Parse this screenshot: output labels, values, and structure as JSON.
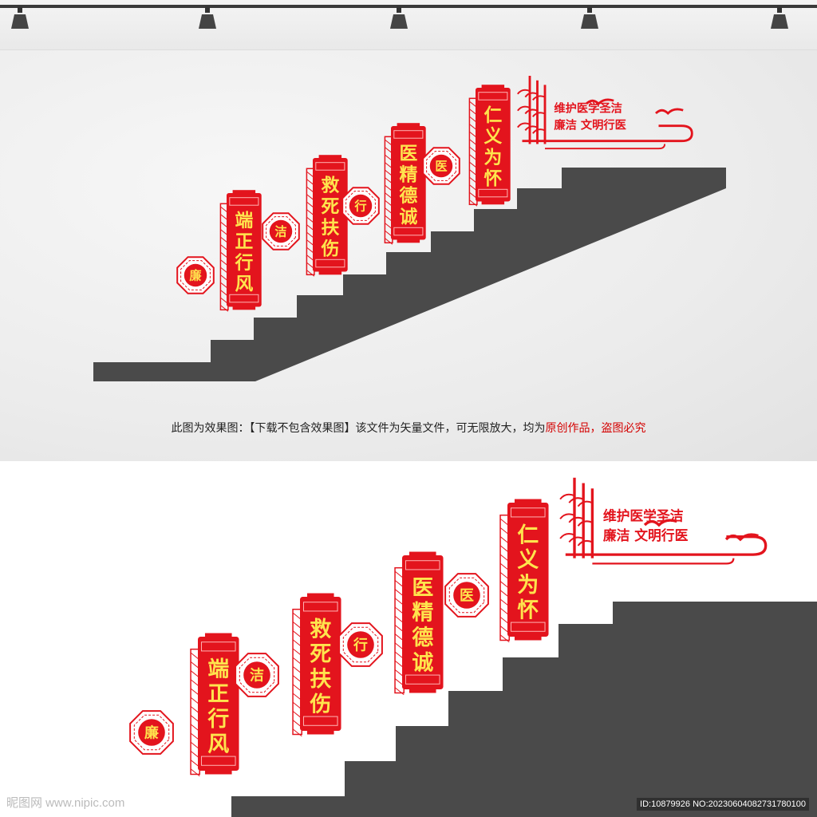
{
  "panels": [
    {
      "id": "p1",
      "chars": [
        "端",
        "正",
        "行",
        "风"
      ]
    },
    {
      "id": "p2",
      "chars": [
        "救",
        "死",
        "扶",
        "伤"
      ]
    },
    {
      "id": "p3",
      "chars": [
        "医",
        "精",
        "德",
        "诚"
      ]
    },
    {
      "id": "p4",
      "chars": [
        "仁",
        "义",
        "为",
        "怀"
      ]
    }
  ],
  "badges": [
    "廉",
    "洁",
    "行",
    "医"
  ],
  "slogan": {
    "line1": "维护医学圣洁",
    "line2": "廉洁 文明行医"
  },
  "caption": {
    "normal": "此图为效果图：【下载不包含效果图】该文件为矢量文件，可无限放大，均为",
    "red": "原创作品，盗图必究"
  },
  "watermark": {
    "left": "昵图网 www.nipic.com",
    "right": "ID:10879926 NO:20230604082731780100"
  },
  "colors": {
    "red": "#e3141d",
    "gold": "#ffe44d",
    "stair": "#4a4a4a"
  }
}
